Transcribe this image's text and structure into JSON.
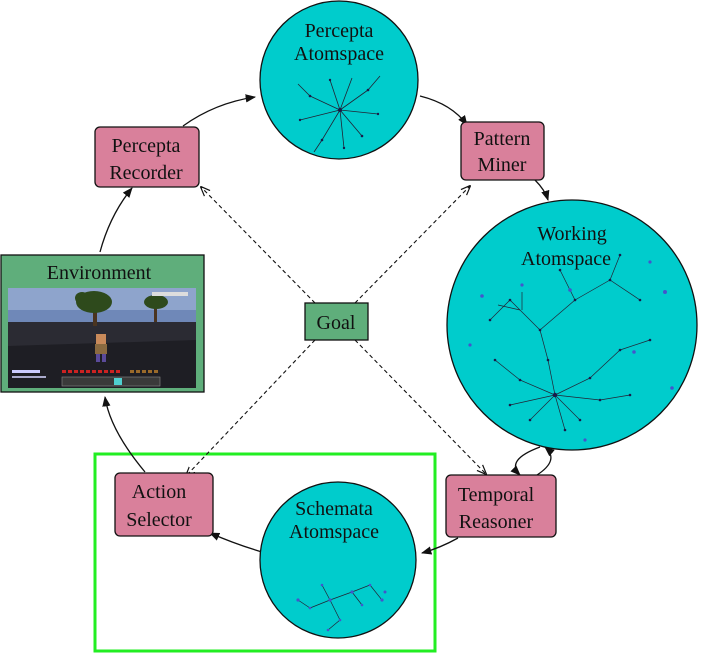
{
  "nodes": {
    "percepta_atomspace": {
      "line1": "Percepta",
      "line2": "Atomspace"
    },
    "pattern_miner": {
      "line1": "Pattern",
      "line2": "Miner"
    },
    "working_atomspace": {
      "line1": "Working",
      "line2": "Atomspace"
    },
    "temporal_reasoner": {
      "line1": "Temporal",
      "line2": "Reasoner"
    },
    "schemata_atomspace": {
      "line1": "Schemata",
      "line2": "Atomspace"
    },
    "action_selector": {
      "line1": "Action",
      "line2": "Selector"
    },
    "environment": {
      "title": "Environment"
    },
    "percepta_recorder": {
      "line1": "Percepta",
      "line2": "Recorder"
    },
    "goal": {
      "label": "Goal"
    }
  },
  "colors": {
    "atomspace_fill": "#00cccc",
    "process_fill": "#d9809b",
    "goal_fill": "#5fae7b",
    "environment_frame": "#5fae7b",
    "highlight_frame": "#22ee22",
    "edge": "#111111"
  }
}
